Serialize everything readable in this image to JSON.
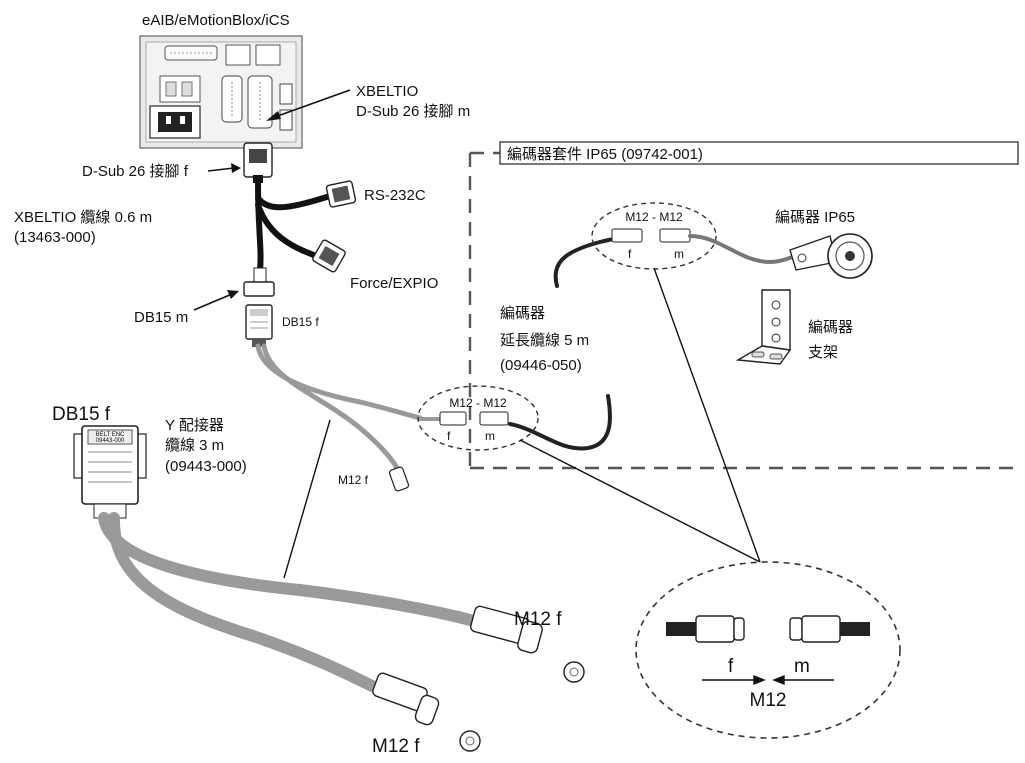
{
  "labels": {
    "device_title": "eAIB/eMotionBlox/iCS",
    "xbeltio_m_line1": "XBELTIO",
    "xbeltio_m_line2": "D-Sub 26 接腳 m",
    "dsub26_f": "D-Sub 26 接腳 f",
    "rs232c": "RS-232C",
    "xbeltio_cable_line1": "XBELTIO 纜線 0.6 m",
    "xbeltio_cable_line2": "(13463-000)",
    "force_expio": "Force/EXPIO",
    "db15_m": "DB15 m",
    "db15_f_small": "DB15 f",
    "db15_f_large": "DB15 f",
    "y_cable_line1": "Y 配接器",
    "y_cable_line2": "纜線 3 m",
    "y_cable_line3": "(09443-000)",
    "m12f_small": "M12 f",
    "m12f_upper": "M12 f",
    "m12f_lower": "M12 f",
    "encoder_kit": "編碼器套件 IP65 (09742-001)",
    "encoder_ext_line1": "編碼器",
    "encoder_ext_line2": "延長纜線 5 m",
    "encoder_ext_line3": "(09446-050)",
    "m12_m12_upper": "M12 - M12",
    "m12_m12_lower": "M12 - M12",
    "f_upper": "f",
    "m_upper": "m",
    "f_lower": "f",
    "m_lower": "m",
    "encoder_ip65": "編碼器 IP65",
    "bracket_line1": "編碼器",
    "bracket_line2": "支架",
    "zoom_f": "f",
    "zoom_m": "m",
    "zoom_m12": "M12",
    "db15_plug_line1": "BELT ENC",
    "db15_plug_line2": "09443-000"
  }
}
